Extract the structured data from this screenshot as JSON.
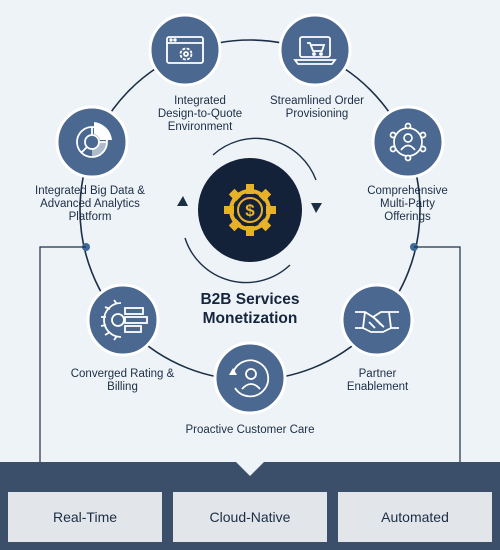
{
  "center": {
    "title": "B2B Services\nMonetization",
    "icon": "dollar-gear-icon"
  },
  "nodes": [
    {
      "id": "design",
      "label": "Integrated\nDesign-to-Quote\nEnvironment",
      "icon": "browser-gear-icon"
    },
    {
      "id": "order",
      "label": "Streamlined Order\nProvisioning",
      "icon": "laptop-cart-icon"
    },
    {
      "id": "multiparty",
      "label": "Comprehensive\nMulti-Party\nOfferings",
      "icon": "person-network-icon"
    },
    {
      "id": "partner",
      "label": "Partner\nEnablement",
      "icon": "handshake-icon"
    },
    {
      "id": "care",
      "label": "Proactive Customer Care",
      "icon": "person-refresh-icon"
    },
    {
      "id": "rating",
      "label": "Converged Rating &\nBilling",
      "icon": "gear-bars-icon"
    },
    {
      "id": "bigdata",
      "label": "Integrated Big Data &\nAdvanced Analytics\nPlatform",
      "icon": "analytics-donut-icon"
    }
  ],
  "bottom": {
    "tiles": [
      "Real-Time",
      "Cloud-Native",
      "Automated"
    ]
  },
  "colors": {
    "node": "#4a6890",
    "center": "#132238",
    "gold": "#e8b12a",
    "ring": "#1c2e45",
    "band": "#3b4f6a",
    "tile": "#e2e6eb"
  }
}
